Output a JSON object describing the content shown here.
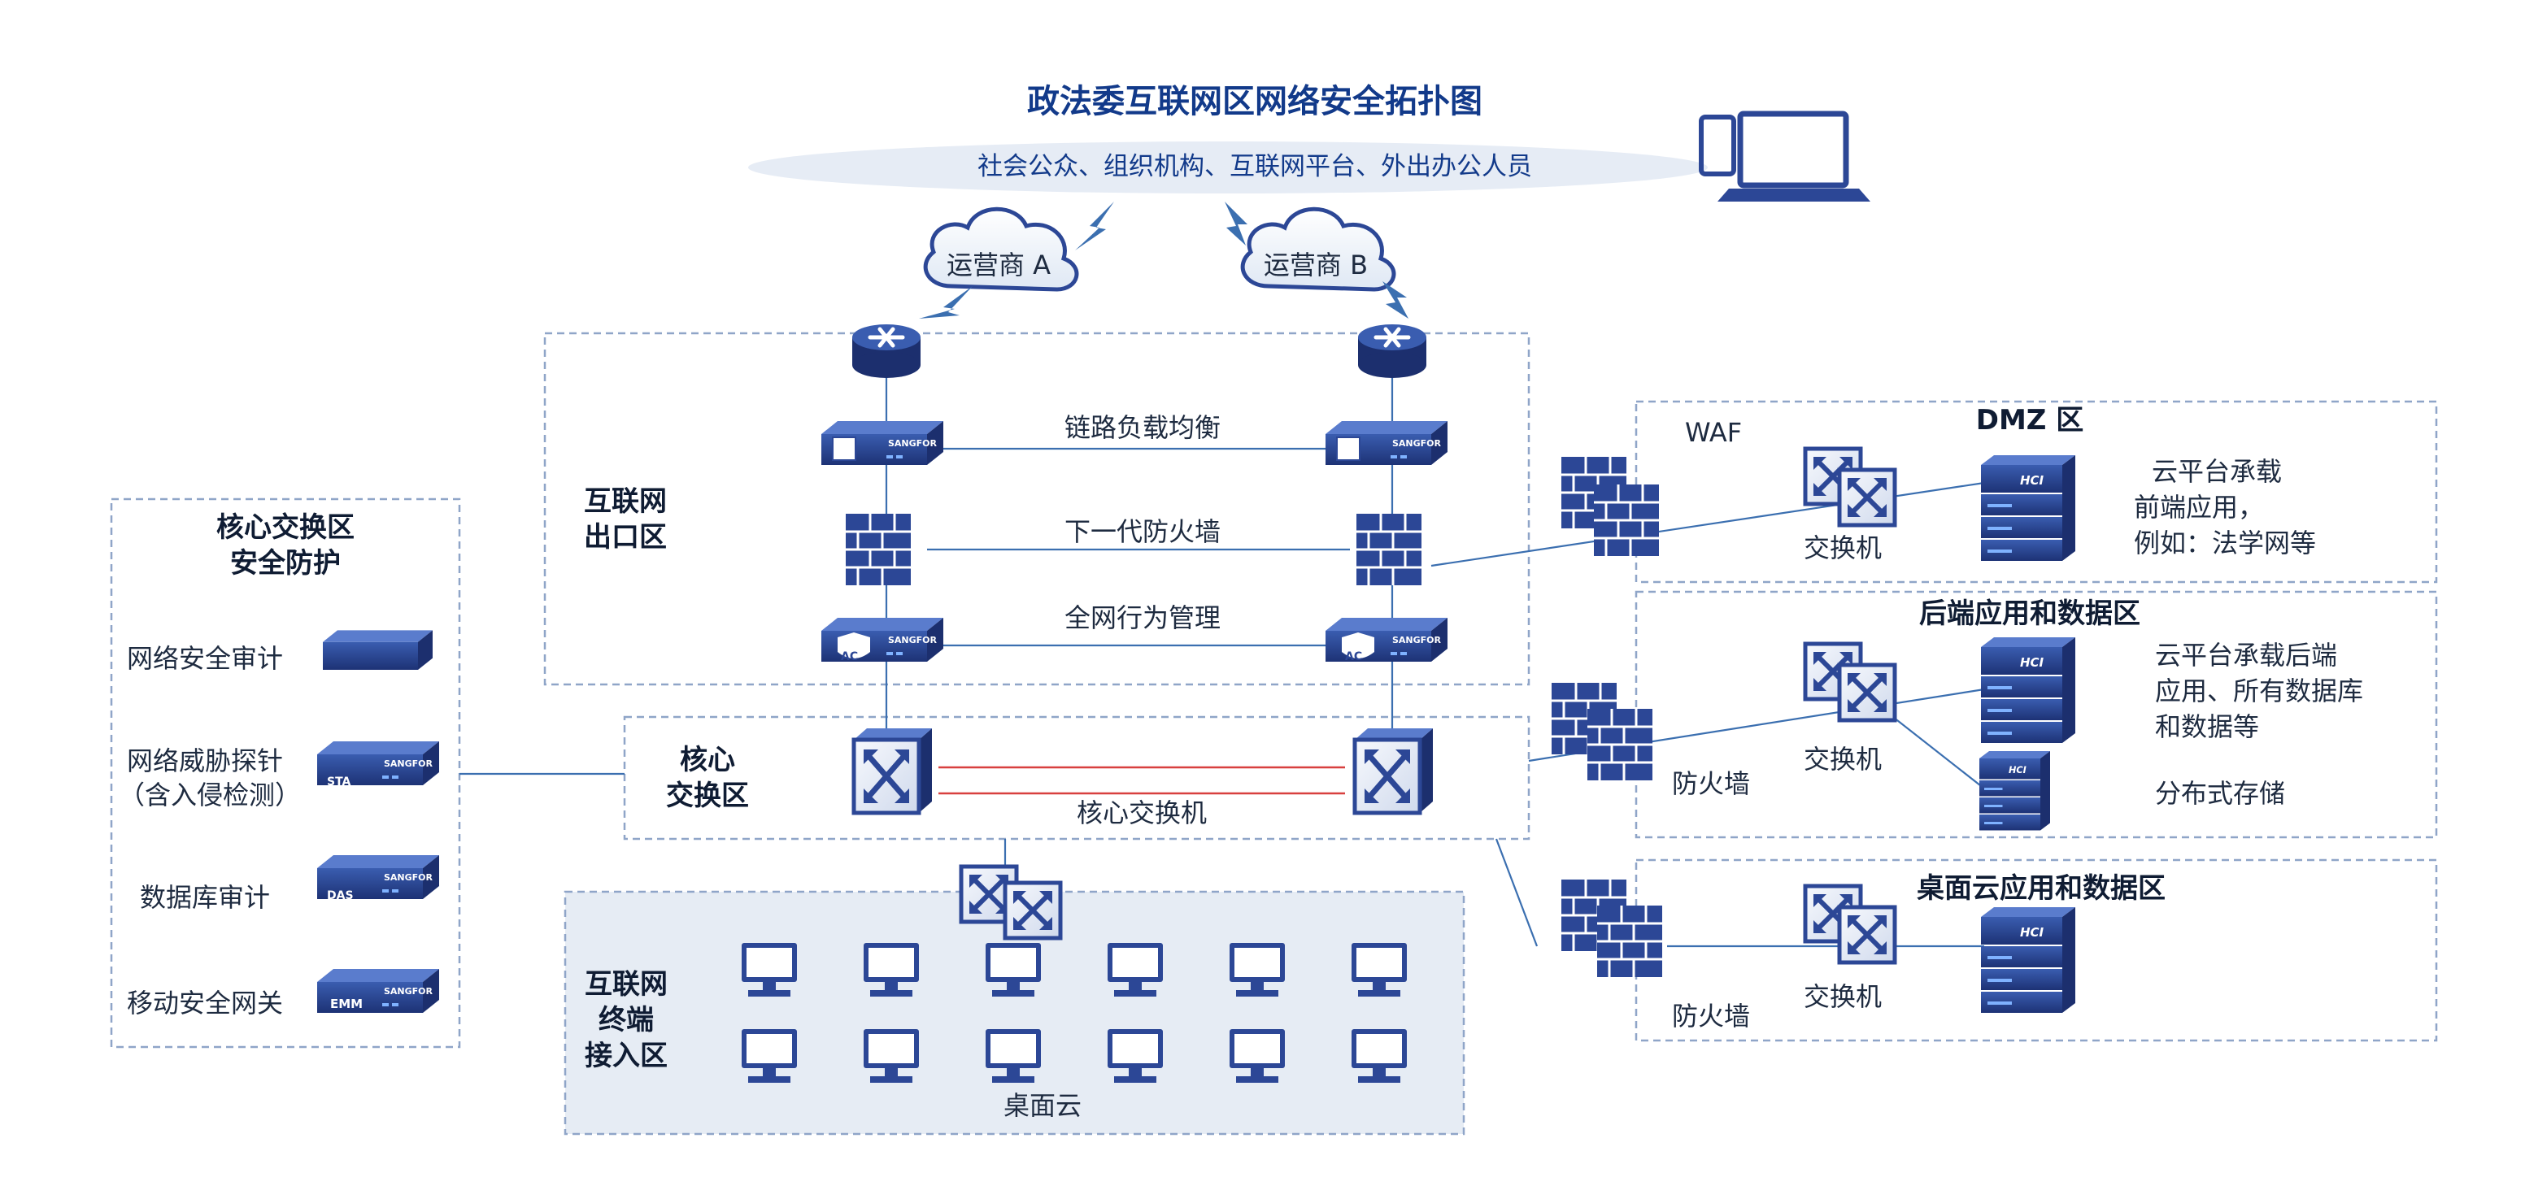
{
  "title": "政法委互联网区网络安全拓扑图",
  "top_users": "社会公众、组织机构、互联网平台、外出办公人员",
  "isp_a": "运营商 A",
  "isp_b": "运营商 B",
  "exit_zone": {
    "line1": "互联网",
    "line2": "出口区"
  },
  "exit_rows": {
    "lb": "链路负载均衡",
    "ngfw": "下一代防火墙",
    "ac": "全网行为管理"
  },
  "core_zone": {
    "line1": "核心",
    "line2": "交换区",
    "switch_label": "核心交换机"
  },
  "left_panel": {
    "title_line1": "核心交换区",
    "title_line2": "安全防护",
    "items": [
      "网络安全审计",
      "网络威胁探针",
      "（含入侵检测）",
      "数据库审计",
      "移动安全网关"
    ]
  },
  "terminal_zone": {
    "line1": "互联网",
    "line2": "终端",
    "line3": "接入区",
    "desktop_label": "桌面云"
  },
  "dmz": {
    "title": "DMZ 区",
    "waf": "WAF",
    "switch": "交换机",
    "desc1": "云平台承载",
    "desc2": "前端应用，",
    "desc3": "例如：法学网等"
  },
  "backend": {
    "title": "后端应用和数据区",
    "firewall": "防火墙",
    "switch": "交换机",
    "desc1": "云平台承载后端",
    "desc2": "应用、所有数据库",
    "desc3": "和数据等",
    "storage": "分布式存储"
  },
  "desktop": {
    "title": "桌面云应用和数据区",
    "firewall": "防火墙",
    "switch": "交换机"
  },
  "icon_text": {
    "brand": "SANGFOR",
    "hci": "HCI",
    "ac": "AC",
    "sta": "STA",
    "das": "DAS",
    "emm": "EMM"
  },
  "colors": {
    "title": "#123a8a",
    "device": "#2c4796",
    "device_dark": "#1c2f6e",
    "zone_border": "#8fa5c8",
    "terminal_bg": "#e6ecf4",
    "core_link": "#d8403f",
    "link": "#3b6fb0"
  }
}
